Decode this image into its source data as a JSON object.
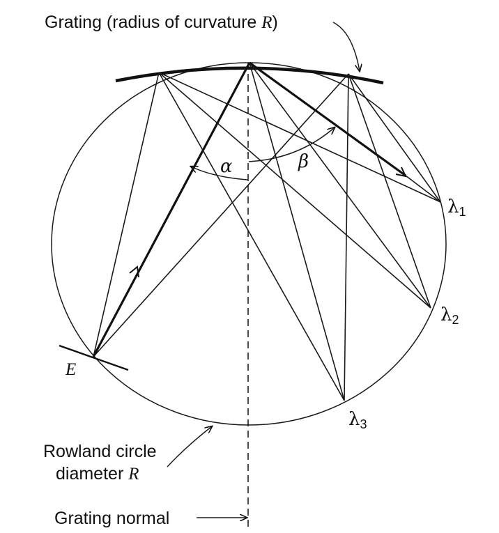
{
  "labels": {
    "grating_pre": "Grating (radius of curvature ",
    "grating_R": "R",
    "grating_post": ")",
    "alpha": "α",
    "beta": "β",
    "lambda_symbol": "λ",
    "lambda1_sub": "1",
    "lambda2_sub": "2",
    "lambda3_sub": "3",
    "entrance": "E",
    "rowland_line1": "Rowland circle",
    "rowland_line2_pre": "diameter ",
    "rowland_line2_R": "R",
    "normal": "Grating normal"
  },
  "colors": {
    "ink": "#111111",
    "background": "#ffffff"
  }
}
